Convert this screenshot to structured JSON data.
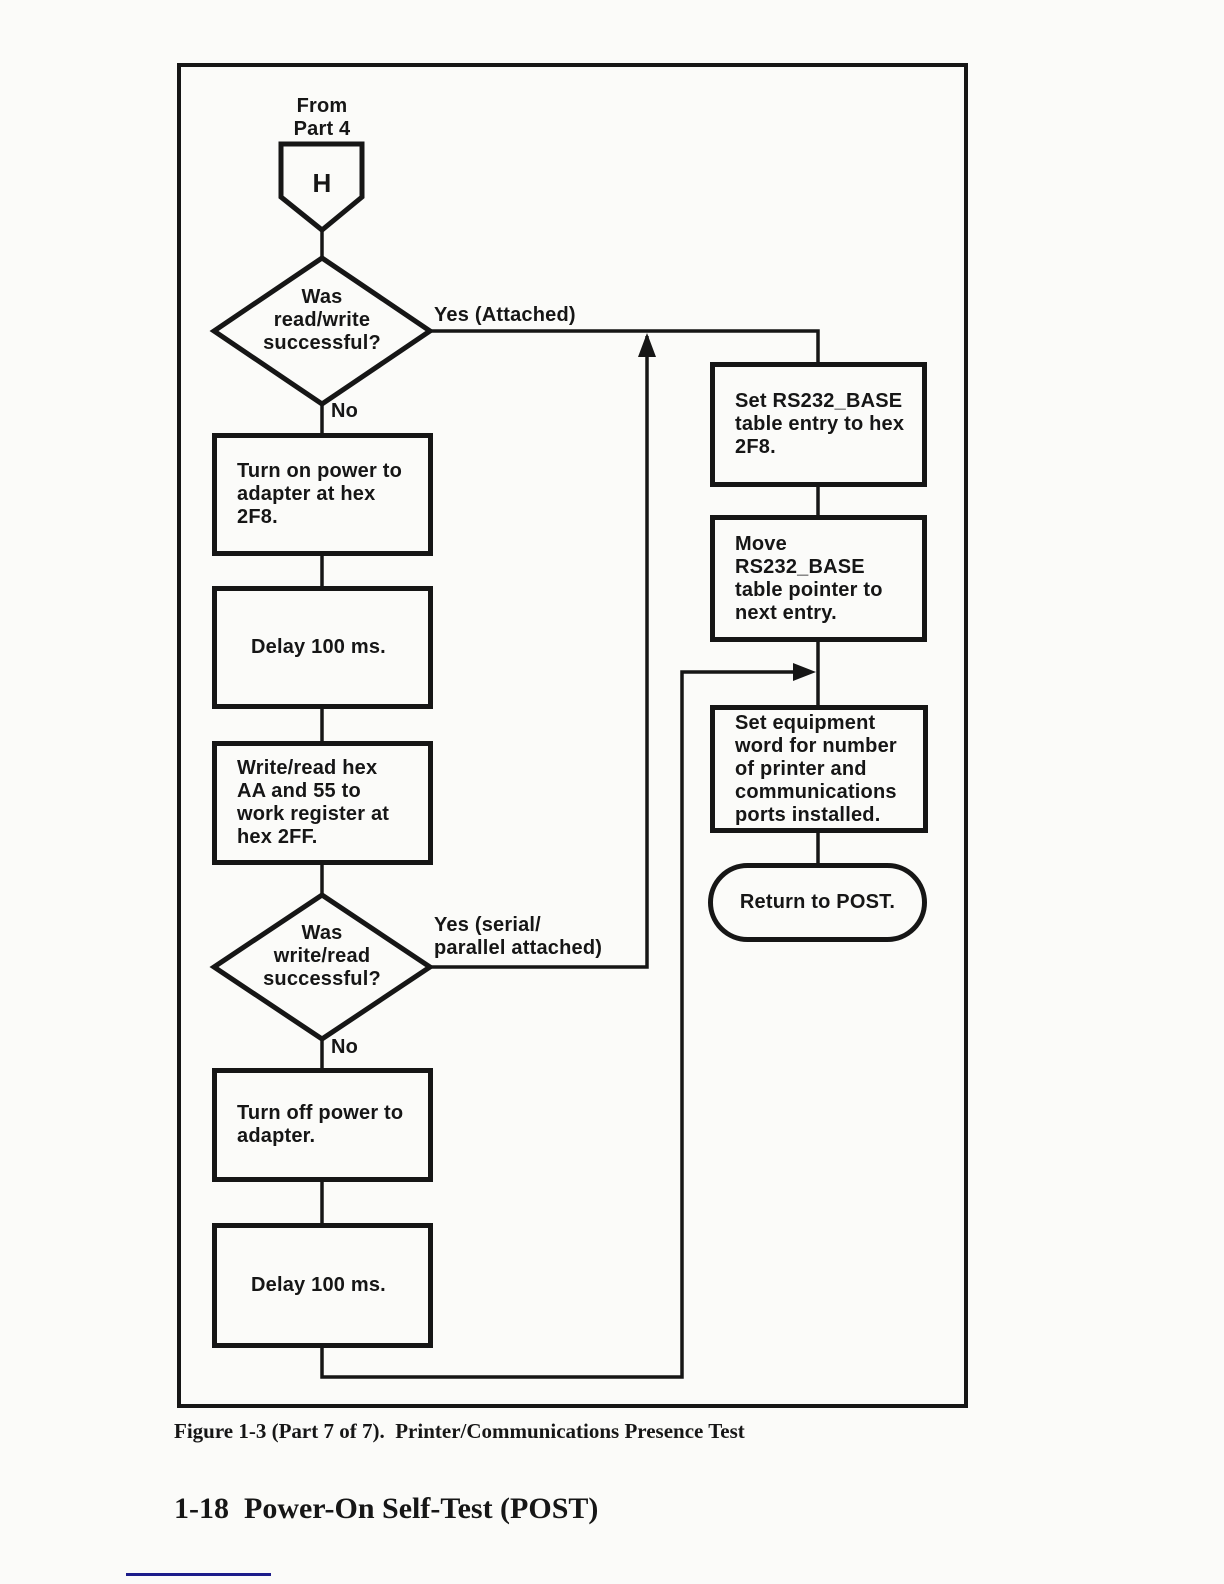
{
  "page": {
    "figure_caption": "Figure 1-3 (Part 7 of 7).  Printer/Communications Presence Test",
    "footer": "1-18  Power-On Self-Test (POST)"
  },
  "colors": {
    "ink": "#161616",
    "paper": "#fbfbf9",
    "accent_line": "#1c1c8a"
  },
  "flowchart": {
    "entry_label": "From\nPart 4",
    "entry_connector_letter": "H",
    "decision_read_write": "Was\nread/write\nsuccessful?",
    "label_yes_attached": "Yes (Attached)",
    "label_no_1": "No",
    "box_turn_on_power": "Turn on power to\nadapter at hex\n2F8.",
    "box_delay_1": "Delay 100 ms.",
    "box_write_read": "Write/read hex\nAA and 55 to\nwork register at\nhex 2FF.",
    "decision_write_read": "Was\nwrite/read\nsuccessful?",
    "label_yes_serial": "Yes (serial/\nparallel attached)",
    "label_no_2": "No",
    "box_turn_off_power": "Turn off power to\nadapter.",
    "box_delay_2": "Delay 100 ms.",
    "box_set_rs232_base": "Set RS232_BASE\ntable entry to hex\n2F8.",
    "box_move_rs232_base": "Move\nRS232_BASE\ntable pointer to\nnext entry.",
    "box_set_equipment_word": "Set equipment\nword for number\nof printer and\ncommunications\nports installed.",
    "terminal_return_to_post": "Return to POST."
  }
}
